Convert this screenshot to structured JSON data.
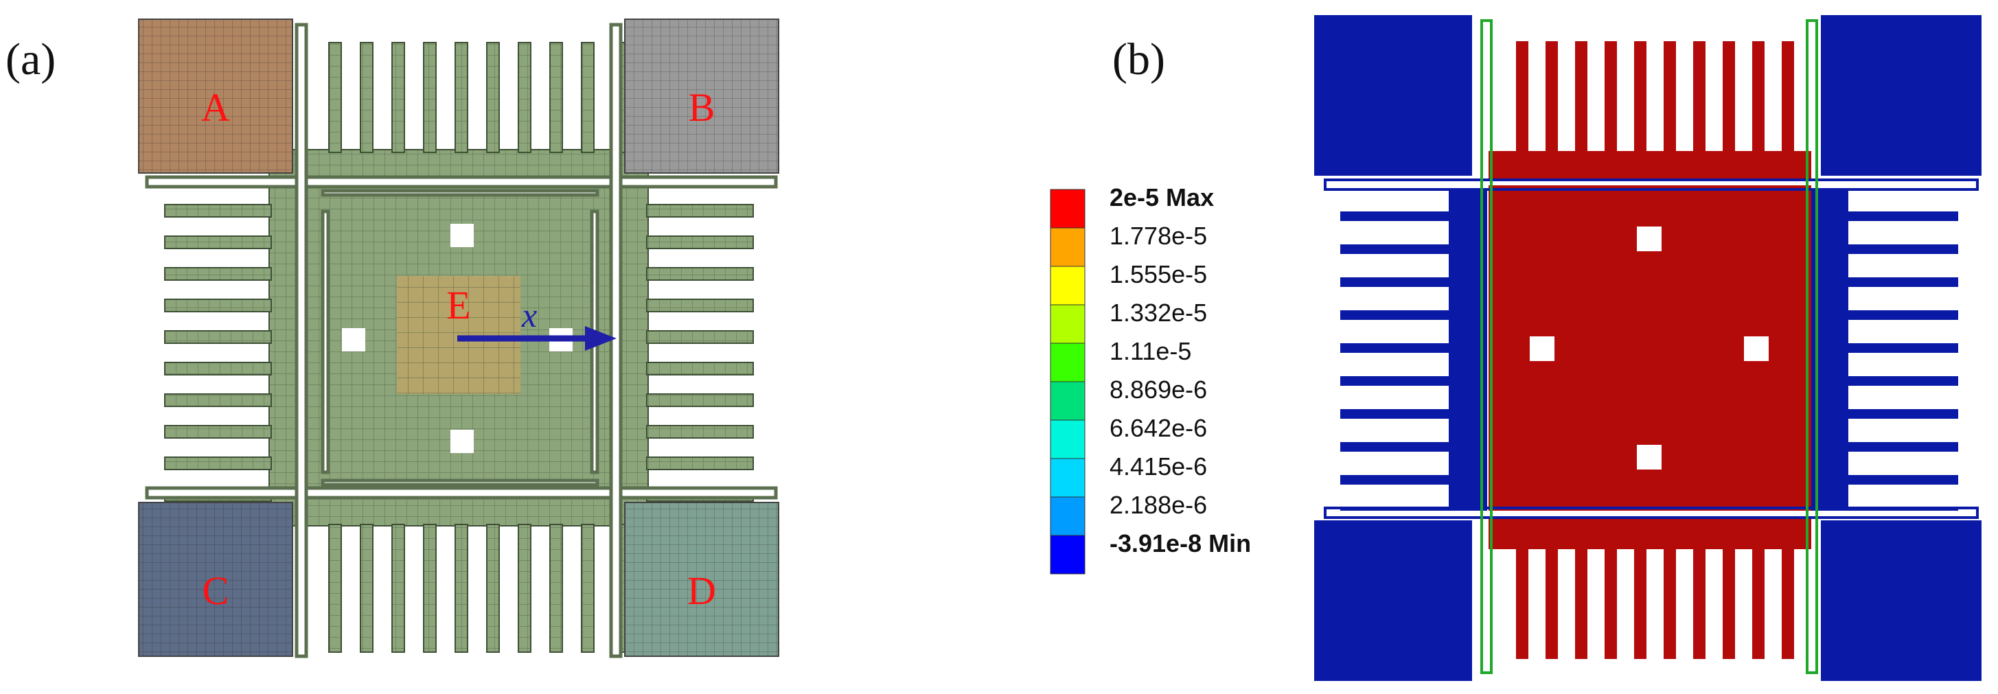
{
  "panels": {
    "a": {
      "label": "(a)",
      "pads": [
        {
          "id": "A",
          "label": "A",
          "color": "#b08562"
        },
        {
          "id": "B",
          "label": "B",
          "color": "#9a9a9a"
        },
        {
          "id": "C",
          "label": "C",
          "color": "#5d6c87"
        },
        {
          "id": "D",
          "label": "D",
          "color": "#7fa193"
        }
      ],
      "center_label": "E",
      "axis_label": "x",
      "mesh_color": "#8da57a",
      "center_patch_color": "#b5a56a",
      "arrow_color": "#1f1fa8"
    },
    "b": {
      "label": "(b)",
      "fixed_color": "#0a1aa6",
      "moving_color": "#b30a0a"
    }
  },
  "legend": {
    "entries": [
      {
        "label": "2e-5 Max",
        "color": "#ff0000",
        "bold": true
      },
      {
        "label": "1.778e-5",
        "color": "#ffa500",
        "bold": false
      },
      {
        "label": "1.555e-5",
        "color": "#ffff00",
        "bold": false
      },
      {
        "label": "1.332e-5",
        "color": "#b2ff00",
        "bold": false
      },
      {
        "label": "1.11e-5",
        "color": "#39ff00",
        "bold": false
      },
      {
        "label": "8.869e-6",
        "color": "#00e07a",
        "bold": false
      },
      {
        "label": "6.642e-6",
        "color": "#00f5dd",
        "bold": false
      },
      {
        "label": "4.415e-6",
        "color": "#00d8ff",
        "bold": false
      },
      {
        "label": "2.188e-6",
        "color": "#009cff",
        "bold": false
      },
      {
        "label": "-3.91e-8 Min",
        "color": "#0000ff",
        "bold": true
      }
    ]
  }
}
